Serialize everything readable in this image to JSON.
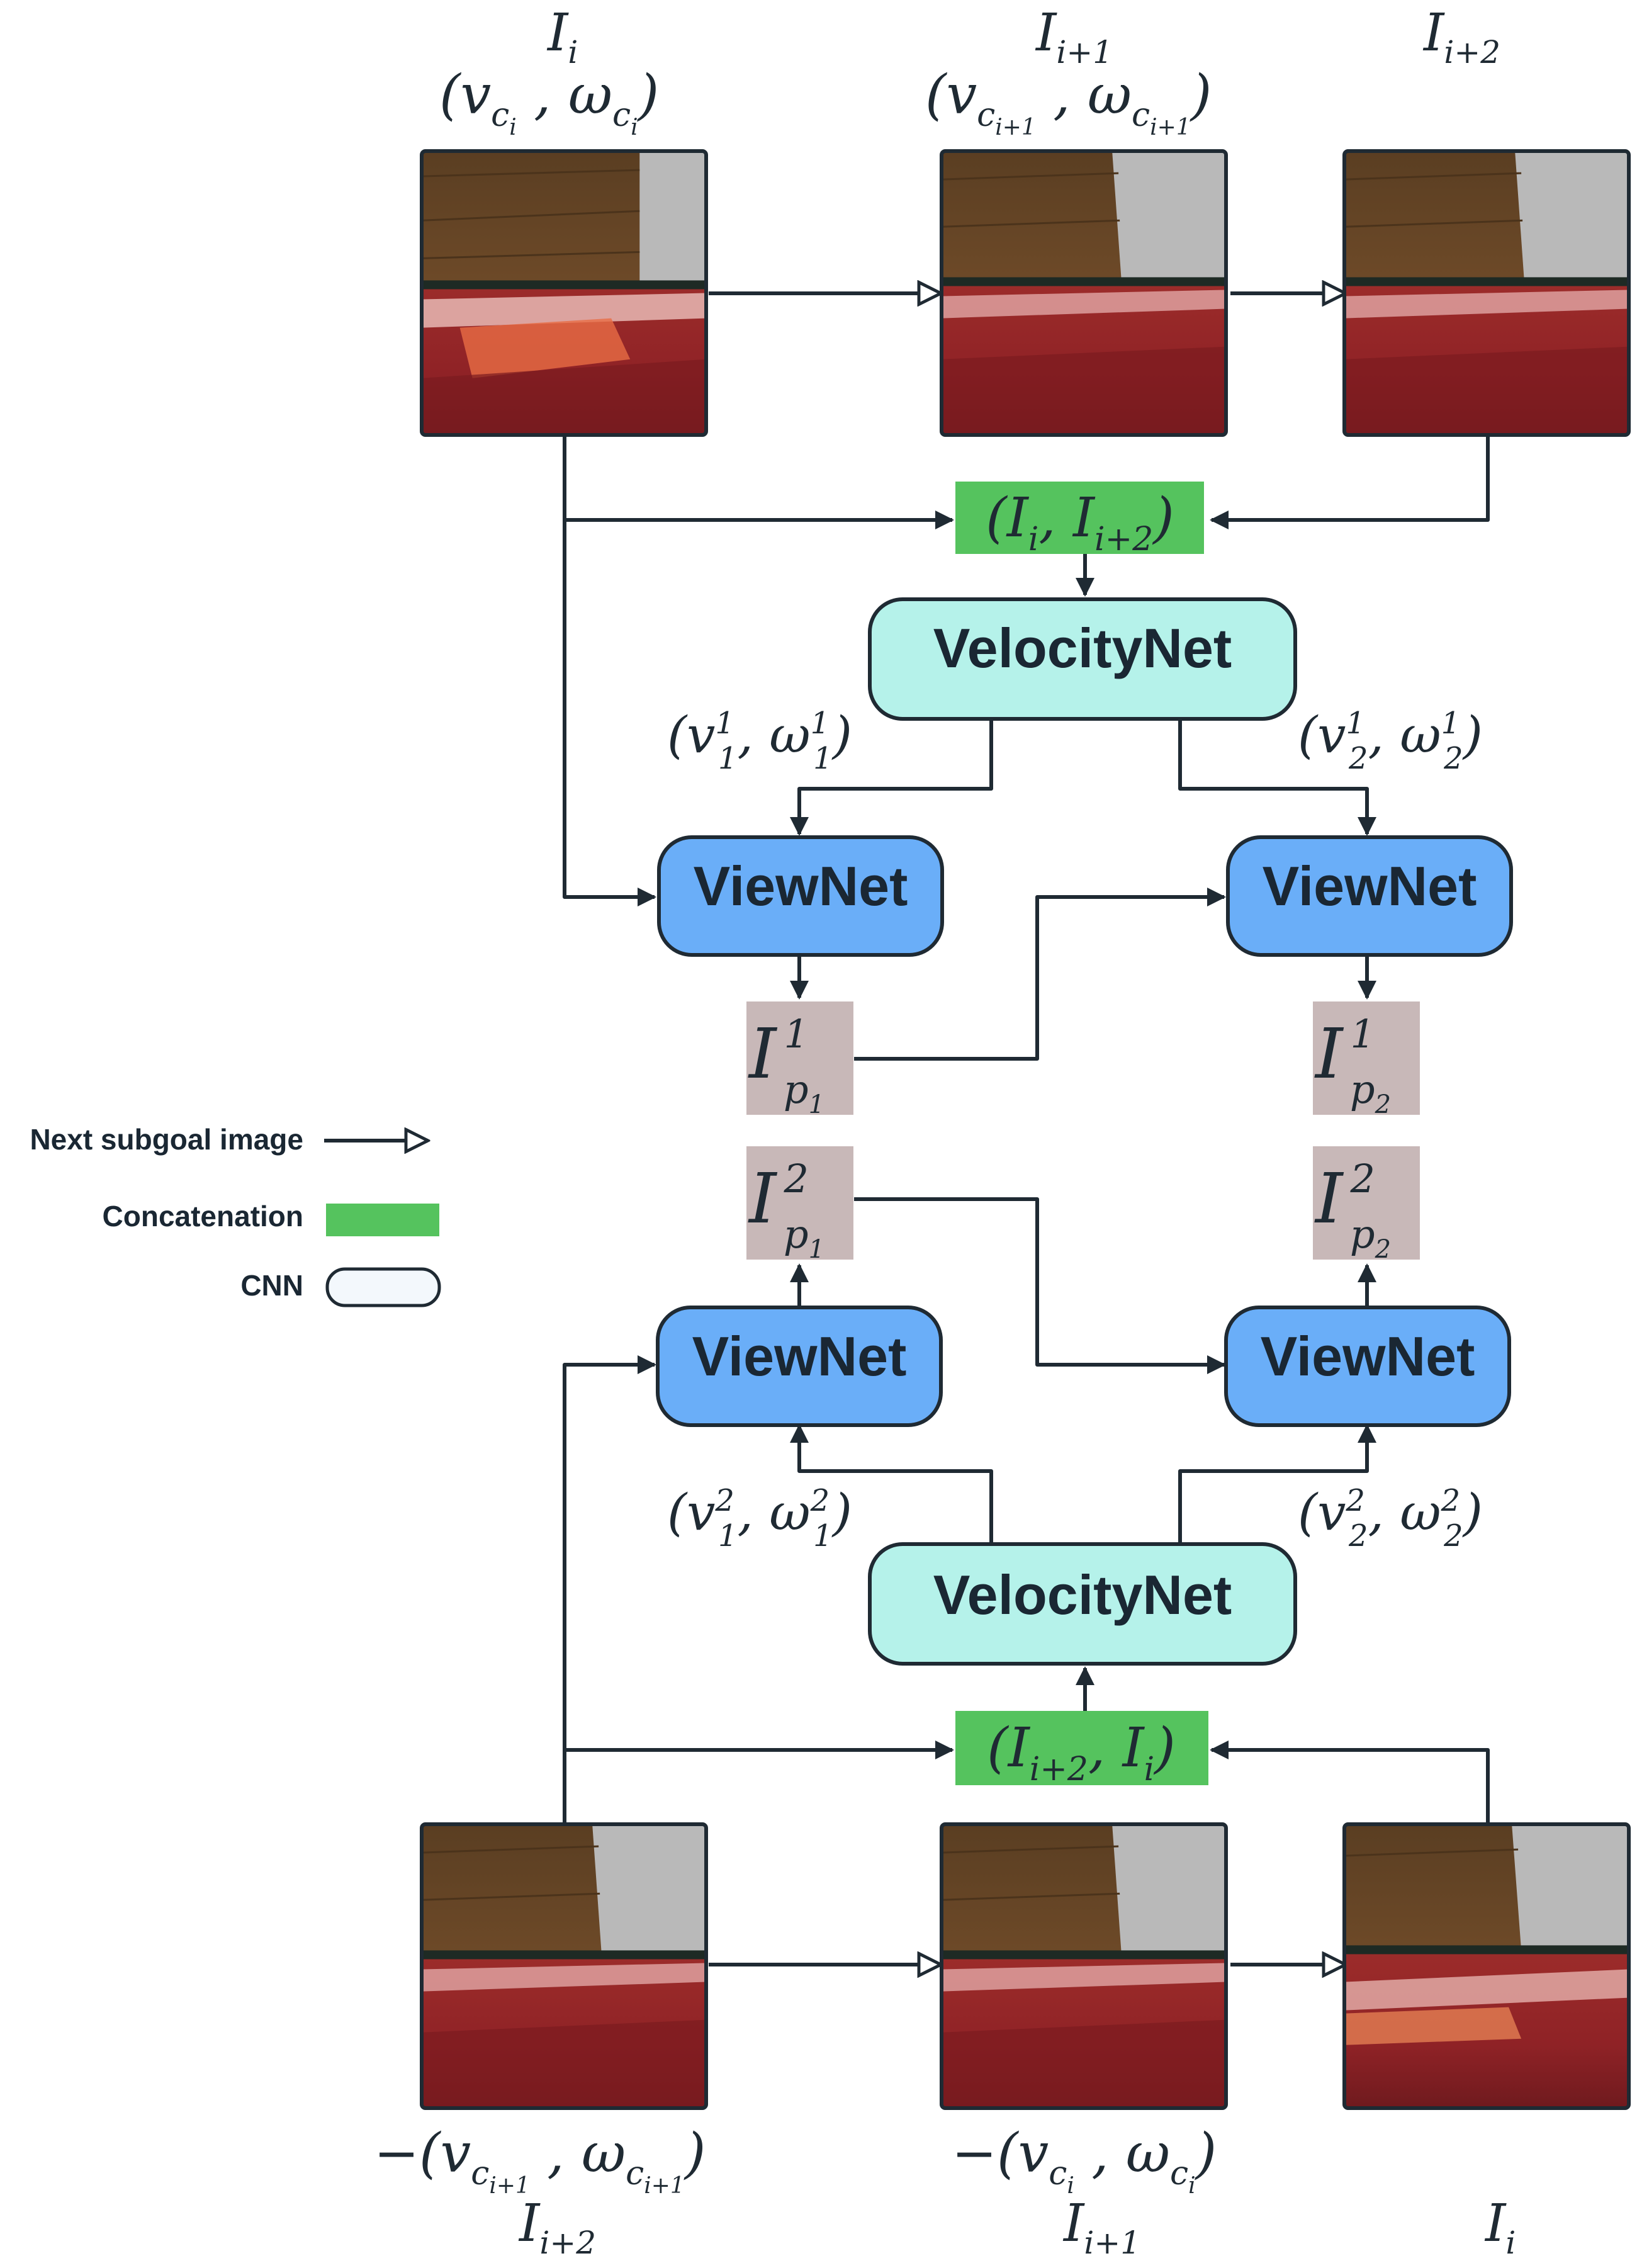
{
  "colors": {
    "velocitynet_fill": "#b5f2ea",
    "viewnet_fill": "#6aaef8",
    "concat_fill": "#55c35e",
    "predicted_fill": "#c8b8b8",
    "cnn_legend_fill": "#f3f8fc",
    "stroke": "#1f2a33"
  },
  "icons": {
    "next_subgoal_arrow": "open-triangle-arrow-icon",
    "flow_arrow": "solid-arrow-icon"
  },
  "networks": {
    "velocitynet_top": "VelocityNet",
    "velocitynet_bottom": "VelocityNet",
    "viewnet_top_left": "ViewNet",
    "viewnet_top_right": "ViewNet",
    "viewnet_bottom_left": "ViewNet",
    "viewnet_bottom_right": "ViewNet"
  },
  "legend": {
    "next_subgoal": "Next subgoal image",
    "concatenation": "Concatenation",
    "cnn": "CNN"
  },
  "labels": {
    "top_frame_1": "I_i",
    "top_frame_1_velocity": "(v_{c_i}, ω_{c_i})",
    "top_frame_2": "I_{i+1}",
    "top_frame_2_velocity": "(v_{c_{i+1}}, ω_{c_{i+1}})",
    "top_frame_3": "I_{i+2}",
    "concat_top": "(I_i, I_{i+2})",
    "concat_bottom": "(I_{i+2}, I_i)",
    "vel_top_left": "(v_1^1, ω_1^1)",
    "vel_top_right": "(v_2^1, ω_2^1)",
    "vel_bottom_left": "(v_1^2, ω_1^2)",
    "vel_bottom_right": "(v_2^2, ω_2^2)",
    "pred_1_1": "I_{p_1}^1",
    "pred_2_1": "I_{p_2}^1",
    "pred_1_2": "I_{p_1}^2",
    "pred_2_2": "I_{p_2}^2",
    "bottom_frame_1_velocity": "−(v_{c_{i+1}}, ω_{c_{i+1}})",
    "bottom_frame_1": "I_{i+2}",
    "bottom_frame_2_velocity": "−(v_{c_i}, ω_{c_i})",
    "bottom_frame_2": "I_{i+1}",
    "bottom_frame_3": "I_i"
  }
}
